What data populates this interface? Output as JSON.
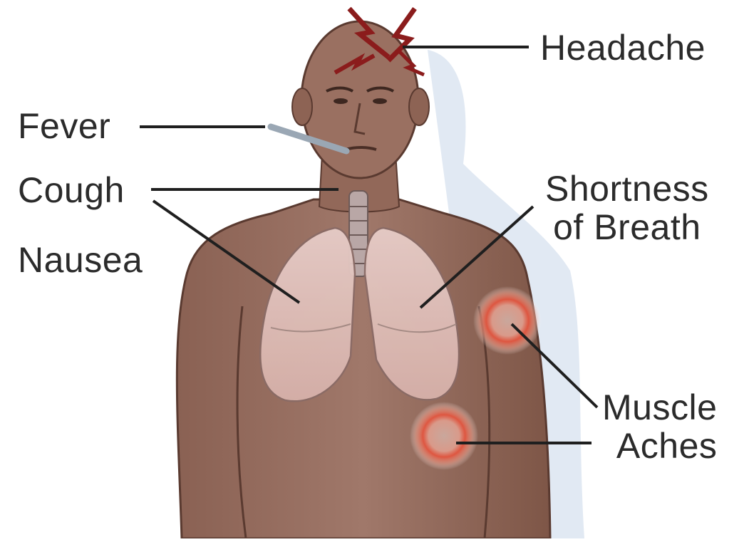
{
  "diagram": {
    "labels": {
      "headache": "Headache",
      "fever": "Fever",
      "cough": "Cough",
      "nausea": "Nausea",
      "shortness_of_breath": "Shortness\nof Breath",
      "muscle_aches": "Muscle\nAches"
    }
  }
}
